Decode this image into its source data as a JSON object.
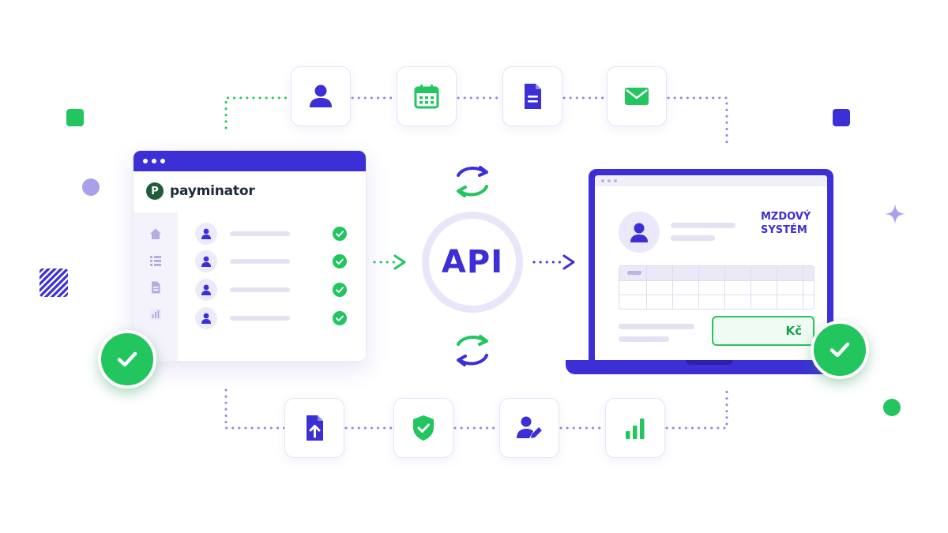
{
  "colors": {
    "brand_blue": "#3d2fd6",
    "green": "#22c55e",
    "lavender": "#a8a0e8",
    "light_lavender": "#e8e6f8"
  },
  "left_app": {
    "brand_letter": "P",
    "brand_name": "payminator",
    "nav_icons": [
      "home-icon",
      "list-icon",
      "document-icon",
      "chart-icon"
    ],
    "employee_rows": [
      {
        "status": "check-icon"
      },
      {
        "status": "check-icon"
      },
      {
        "status": "check-icon"
      },
      {
        "status": "check-icon"
      }
    ]
  },
  "api": {
    "label": "API"
  },
  "payroll_system": {
    "title": "MZDOVÝ SYSTÉM",
    "currency": "Kč"
  },
  "top_icons": [
    "user-icon",
    "calendar-icon",
    "document-icon",
    "mail-icon"
  ],
  "bottom_icons": [
    "file-upload-icon",
    "shield-check-icon",
    "user-edit-icon",
    "bar-chart-icon"
  ]
}
